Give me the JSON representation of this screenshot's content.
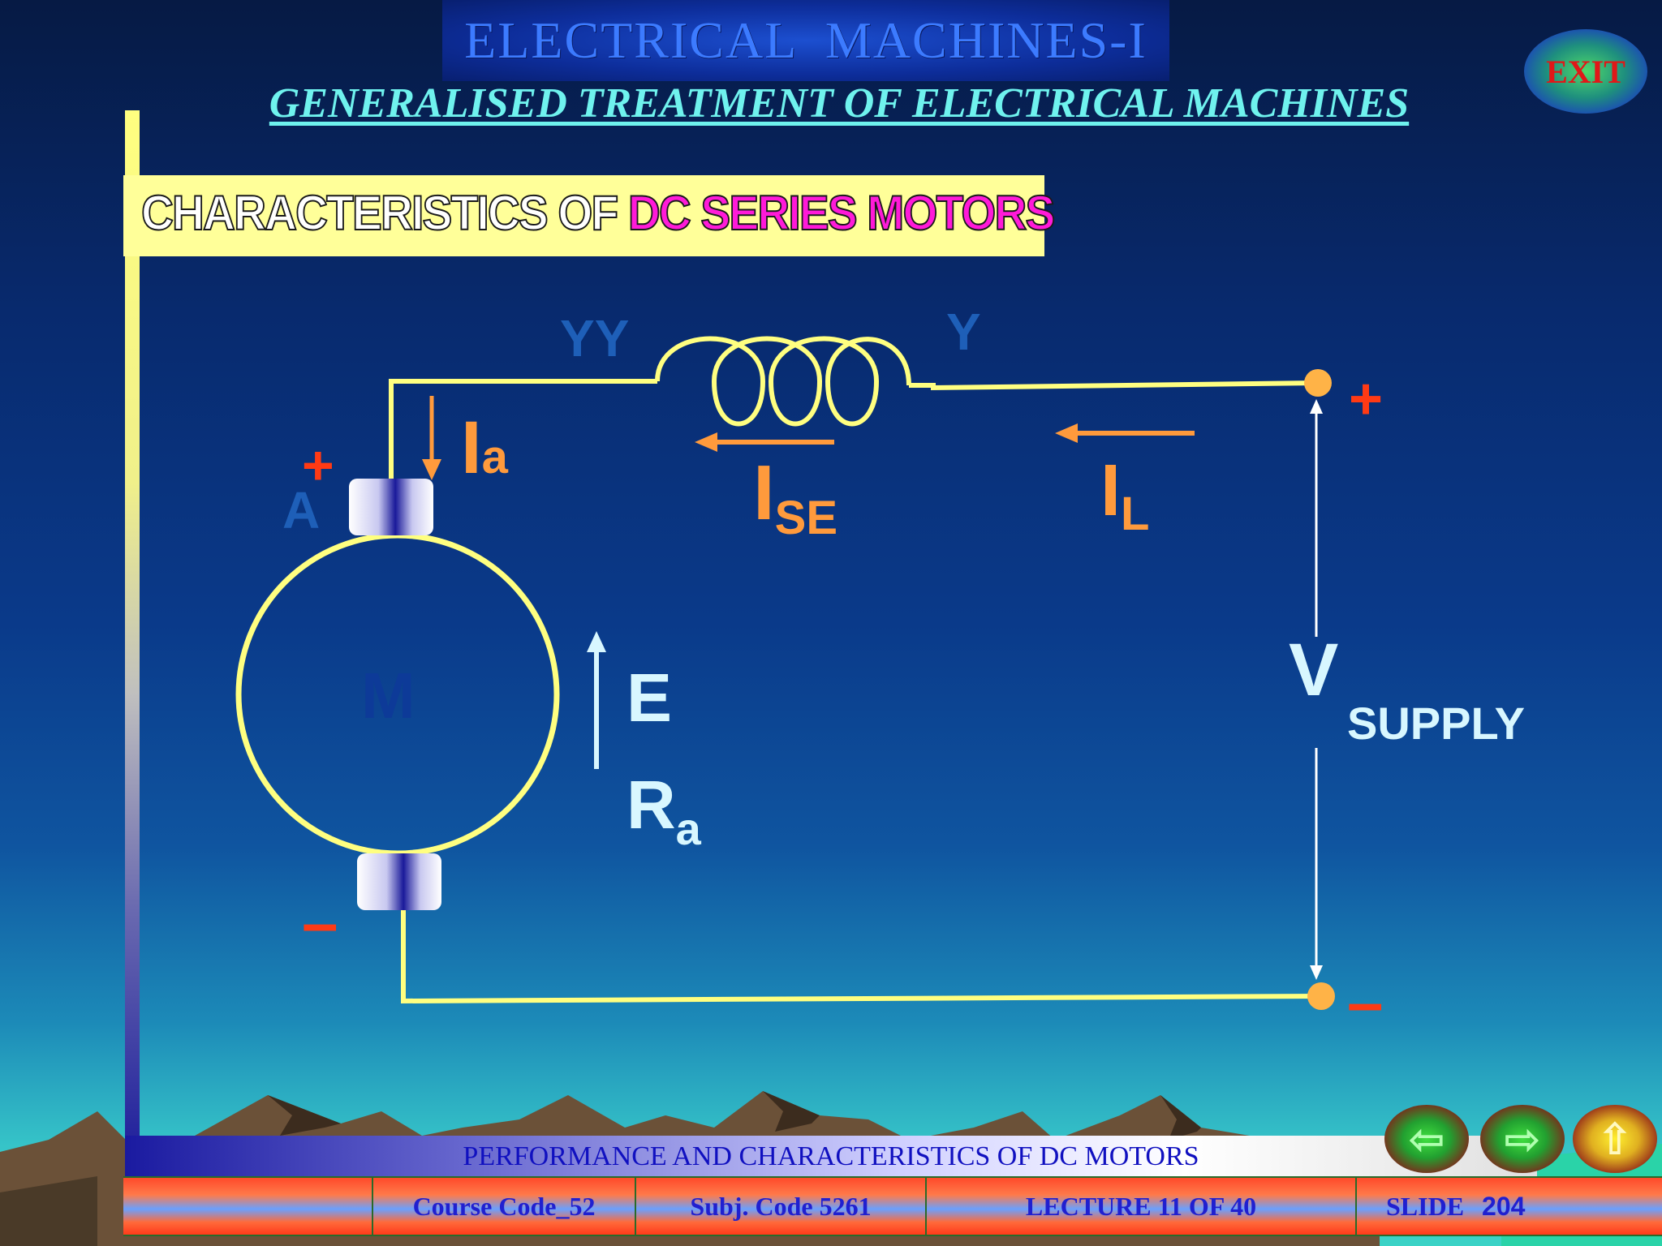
{
  "header": {
    "title": "ELECTRICAL  MACHINES-I",
    "subtitle": "GENERALISED TREATMENT OF ELECTRICAL MACHINES"
  },
  "exit_button": {
    "label": "EXIT"
  },
  "slide_heading": {
    "part1": "CHARACTERISTICS OF ",
    "part2": "DC SERIES MOTORS"
  },
  "diagram": {
    "labels": {
      "yy": "YY",
      "y": "Y",
      "a_terminal": "A",
      "motor": "M",
      "ia_main": "I",
      "ia_sub": "a",
      "ise_main": "I",
      "ise_sub": "SE",
      "il_main": "I",
      "il_sub": "L",
      "emf": "E",
      "ra_main": "R",
      "ra_sub": "a",
      "v_main": "V",
      "v_sub": "SUPPLY",
      "plus": "+",
      "minus": "–"
    },
    "colors": {
      "wire": "#ffff80",
      "current_arrow": "#ff9a3c",
      "polarity": "#ff3a14",
      "terminal": "#ffb347",
      "voltage_arrow": "#ffffff"
    }
  },
  "footer": {
    "topic": "PERFORMANCE  AND CHARACTERISTICS OF DC MOTORS",
    "course_code": "Course Code_52",
    "subj_code": "Subj. Code  5261",
    "lecture": "LECTURE  11 OF 40",
    "slide_label": "SLIDE",
    "slide_number": "204"
  },
  "nav": {
    "prev_icon": "left-arrow-icon",
    "next_icon": "right-arrow-icon",
    "home_icon": "up-arrow-icon",
    "prev_glyph": "⇦",
    "next_glyph": "⇨",
    "home_glyph": "⇧"
  }
}
